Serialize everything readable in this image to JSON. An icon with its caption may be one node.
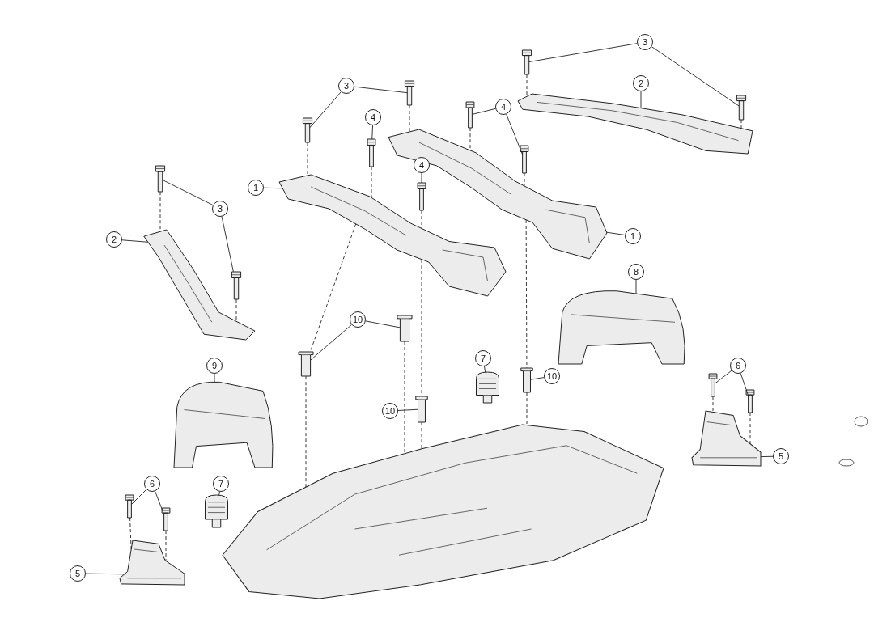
{
  "diagram": {
    "nodes": [
      {
        "text": [
          "3"
        ]
      },
      {
        "text": [],
        "shape": "picture"
      },
      {
        "text": [],
        "shape": "picture"
      },
      {
        "text": [
          "2"
        ]
      },
      {
        "text": [],
        "shape": "picture"
      },
      {
        "text": [
          "3"
        ]
      },
      {
        "text": [],
        "shape": "picture"
      },
      {
        "text": [],
        "shape": "picture"
      },
      {
        "text": [
          "4"
        ]
      },
      {
        "text": [],
        "shape": "picture"
      },
      {
        "text": [],
        "shape": "picture"
      },
      {
        "text": [
          "4"
        ]
      },
      {
        "text": [],
        "shape": "picture"
      },
      {
        "text": [
          "4"
        ]
      },
      {
        "text": [],
        "shape": "picture"
      },
      {
        "text": [
          "1"
        ]
      },
      {
        "text": [],
        "shape": "picture"
      },
      {
        "text": [
          "1"
        ]
      },
      {
        "text": [],
        "shape": "picture"
      },
      {
        "text": [
          "3"
        ]
      },
      {
        "text": [],
        "shape": "picture"
      },
      {
        "text": [],
        "shape": "picture"
      },
      {
        "text": [
          "2"
        ]
      },
      {
        "text": [],
        "shape": "picture"
      },
      {
        "text": [
          "8"
        ]
      },
      {
        "text": [],
        "shape": "picture"
      },
      {
        "text": [
          "10"
        ]
      },
      {
        "text": [],
        "shape": "picture"
      },
      {
        "text": [],
        "shape": "picture"
      },
      {
        "text": [
          "9"
        ]
      },
      {
        "text": [],
        "shape": "picture"
      },
      {
        "text": [
          "7"
        ]
      },
      {
        "text": [],
        "shape": "picture"
      },
      {
        "text": [
          "10"
        ]
      },
      {
        "text": [],
        "shape": "picture"
      },
      {
        "text": [
          "6"
        ]
      },
      {
        "text": [],
        "shape": "picture"
      },
      {
        "text": [],
        "shape": "picture"
      },
      {
        "text": [
          "10"
        ]
      },
      {
        "text": [],
        "shape": "picture"
      },
      {
        "text": [],
        "shape": "picture"
      },
      {
        "text": [
          "5"
        ]
      },
      {
        "text": [],
        "shape": "picture"
      },
      {
        "text": [
          "7"
        ]
      },
      {
        "text": [],
        "shape": "picture"
      },
      {
        "text": [
          "6"
        ]
      },
      {
        "text": [],
        "shape": "picture"
      },
      {
        "text": [],
        "shape": "picture"
      },
      {
        "text": [
          "5"
        ]
      },
      {
        "text": [],
        "shape": "picture"
      }
    ],
    "edges": [
      {
        "from": 0,
        "to": 1,
        "arrow": "none"
      },
      {
        "from": 0,
        "to": 2,
        "arrow": "none"
      },
      {
        "from": 3,
        "to": 4,
        "arrow": "none"
      },
      {
        "from": 5,
        "to": 6,
        "arrow": "none"
      },
      {
        "from": 5,
        "to": 7,
        "arrow": "none"
      },
      {
        "from": 8,
        "to": 9,
        "arrow": "none"
      },
      {
        "from": 8,
        "to": 10,
        "arrow": "none"
      },
      {
        "from": 11,
        "to": 12,
        "arrow": "none"
      },
      {
        "from": 13,
        "to": 14,
        "arrow": "none"
      },
      {
        "from": 15,
        "to": 16,
        "arrow": "none"
      },
      {
        "from": 17,
        "to": 18,
        "arrow": "none"
      },
      {
        "from": 19,
        "to": 20,
        "arrow": "none"
      },
      {
        "from": 19,
        "to": 21,
        "arrow": "none"
      },
      {
        "from": 22,
        "to": 23,
        "arrow": "none"
      },
      {
        "from": 24,
        "to": 25,
        "arrow": "none"
      },
      {
        "from": 26,
        "to": 27,
        "arrow": "none"
      },
      {
        "from": 26,
        "to": 28,
        "arrow": "none"
      },
      {
        "from": 29,
        "to": 30,
        "arrow": "none"
      },
      {
        "from": 31,
        "to": 32,
        "arrow": "none"
      },
      {
        "from": 33,
        "to": 34,
        "arrow": "none"
      },
      {
        "from": 35,
        "to": 36,
        "arrow": "none"
      },
      {
        "from": 35,
        "to": 37,
        "arrow": "none"
      },
      {
        "from": 38,
        "to": 39,
        "arrow": "none"
      },
      {
        "from": 41,
        "to": 42,
        "arrow": "none"
      },
      {
        "from": 43,
        "to": 44,
        "arrow": "none"
      },
      {
        "from": 45,
        "to": 46,
        "arrow": "none"
      },
      {
        "from": 45,
        "to": 47,
        "arrow": "none"
      },
      {
        "from": 48,
        "to": 49,
        "arrow": "none"
      },
      {
        "from": 1,
        "to": 4,
        "arrow": "none",
        "style": "dashed"
      },
      {
        "from": 2,
        "to": 4,
        "arrow": "none",
        "style": "dashed"
      },
      {
        "from": 6,
        "to": 16,
        "arrow": "none",
        "style": "dashed"
      },
      {
        "from": 7,
        "to": 18,
        "arrow": "none",
        "style": "dashed"
      },
      {
        "from": 9,
        "to": 18,
        "arrow": "none",
        "style": "dashed"
      },
      {
        "from": 10,
        "to": 18,
        "arrow": "none",
        "style": "dashed"
      },
      {
        "from": 12,
        "to": 16,
        "arrow": "none",
        "style": "dashed"
      },
      {
        "from": 14,
        "to": 16,
        "arrow": "none",
        "style": "dashed"
      },
      {
        "from": 20,
        "to": 23,
        "arrow": "none",
        "style": "dashed"
      },
      {
        "from": 21,
        "to": 23,
        "arrow": "none",
        "style": "dashed"
      },
      {
        "from": 16,
        "to": 27,
        "arrow": "none",
        "style": "dashed"
      },
      {
        "from": 16,
        "to": 39,
        "arrow": "none",
        "style": "dashed"
      },
      {
        "from": 18,
        "to": 34,
        "arrow": "none",
        "style": "dashed"
      },
      {
        "from": 27,
        "to": 40,
        "arrow": "none",
        "style": "dashed"
      },
      {
        "from": 28,
        "to": 40,
        "arrow": "none",
        "style": "dashed"
      },
      {
        "from": 34,
        "to": 40,
        "arrow": "none",
        "style": "dashed"
      },
      {
        "from": 39,
        "to": 40,
        "arrow": "none",
        "style": "dashed"
      },
      {
        "from": 36,
        "to": 42,
        "arrow": "none",
        "style": "dashed"
      },
      {
        "from": 37,
        "to": 42,
        "arrow": "none",
        "style": "dashed"
      },
      {
        "from": 46,
        "to": 49,
        "arrow": "none",
        "style": "dashed"
      },
      {
        "from": 47,
        "to": 49,
        "arrow": "none",
        "style": "dashed"
      }
    ]
  }
}
